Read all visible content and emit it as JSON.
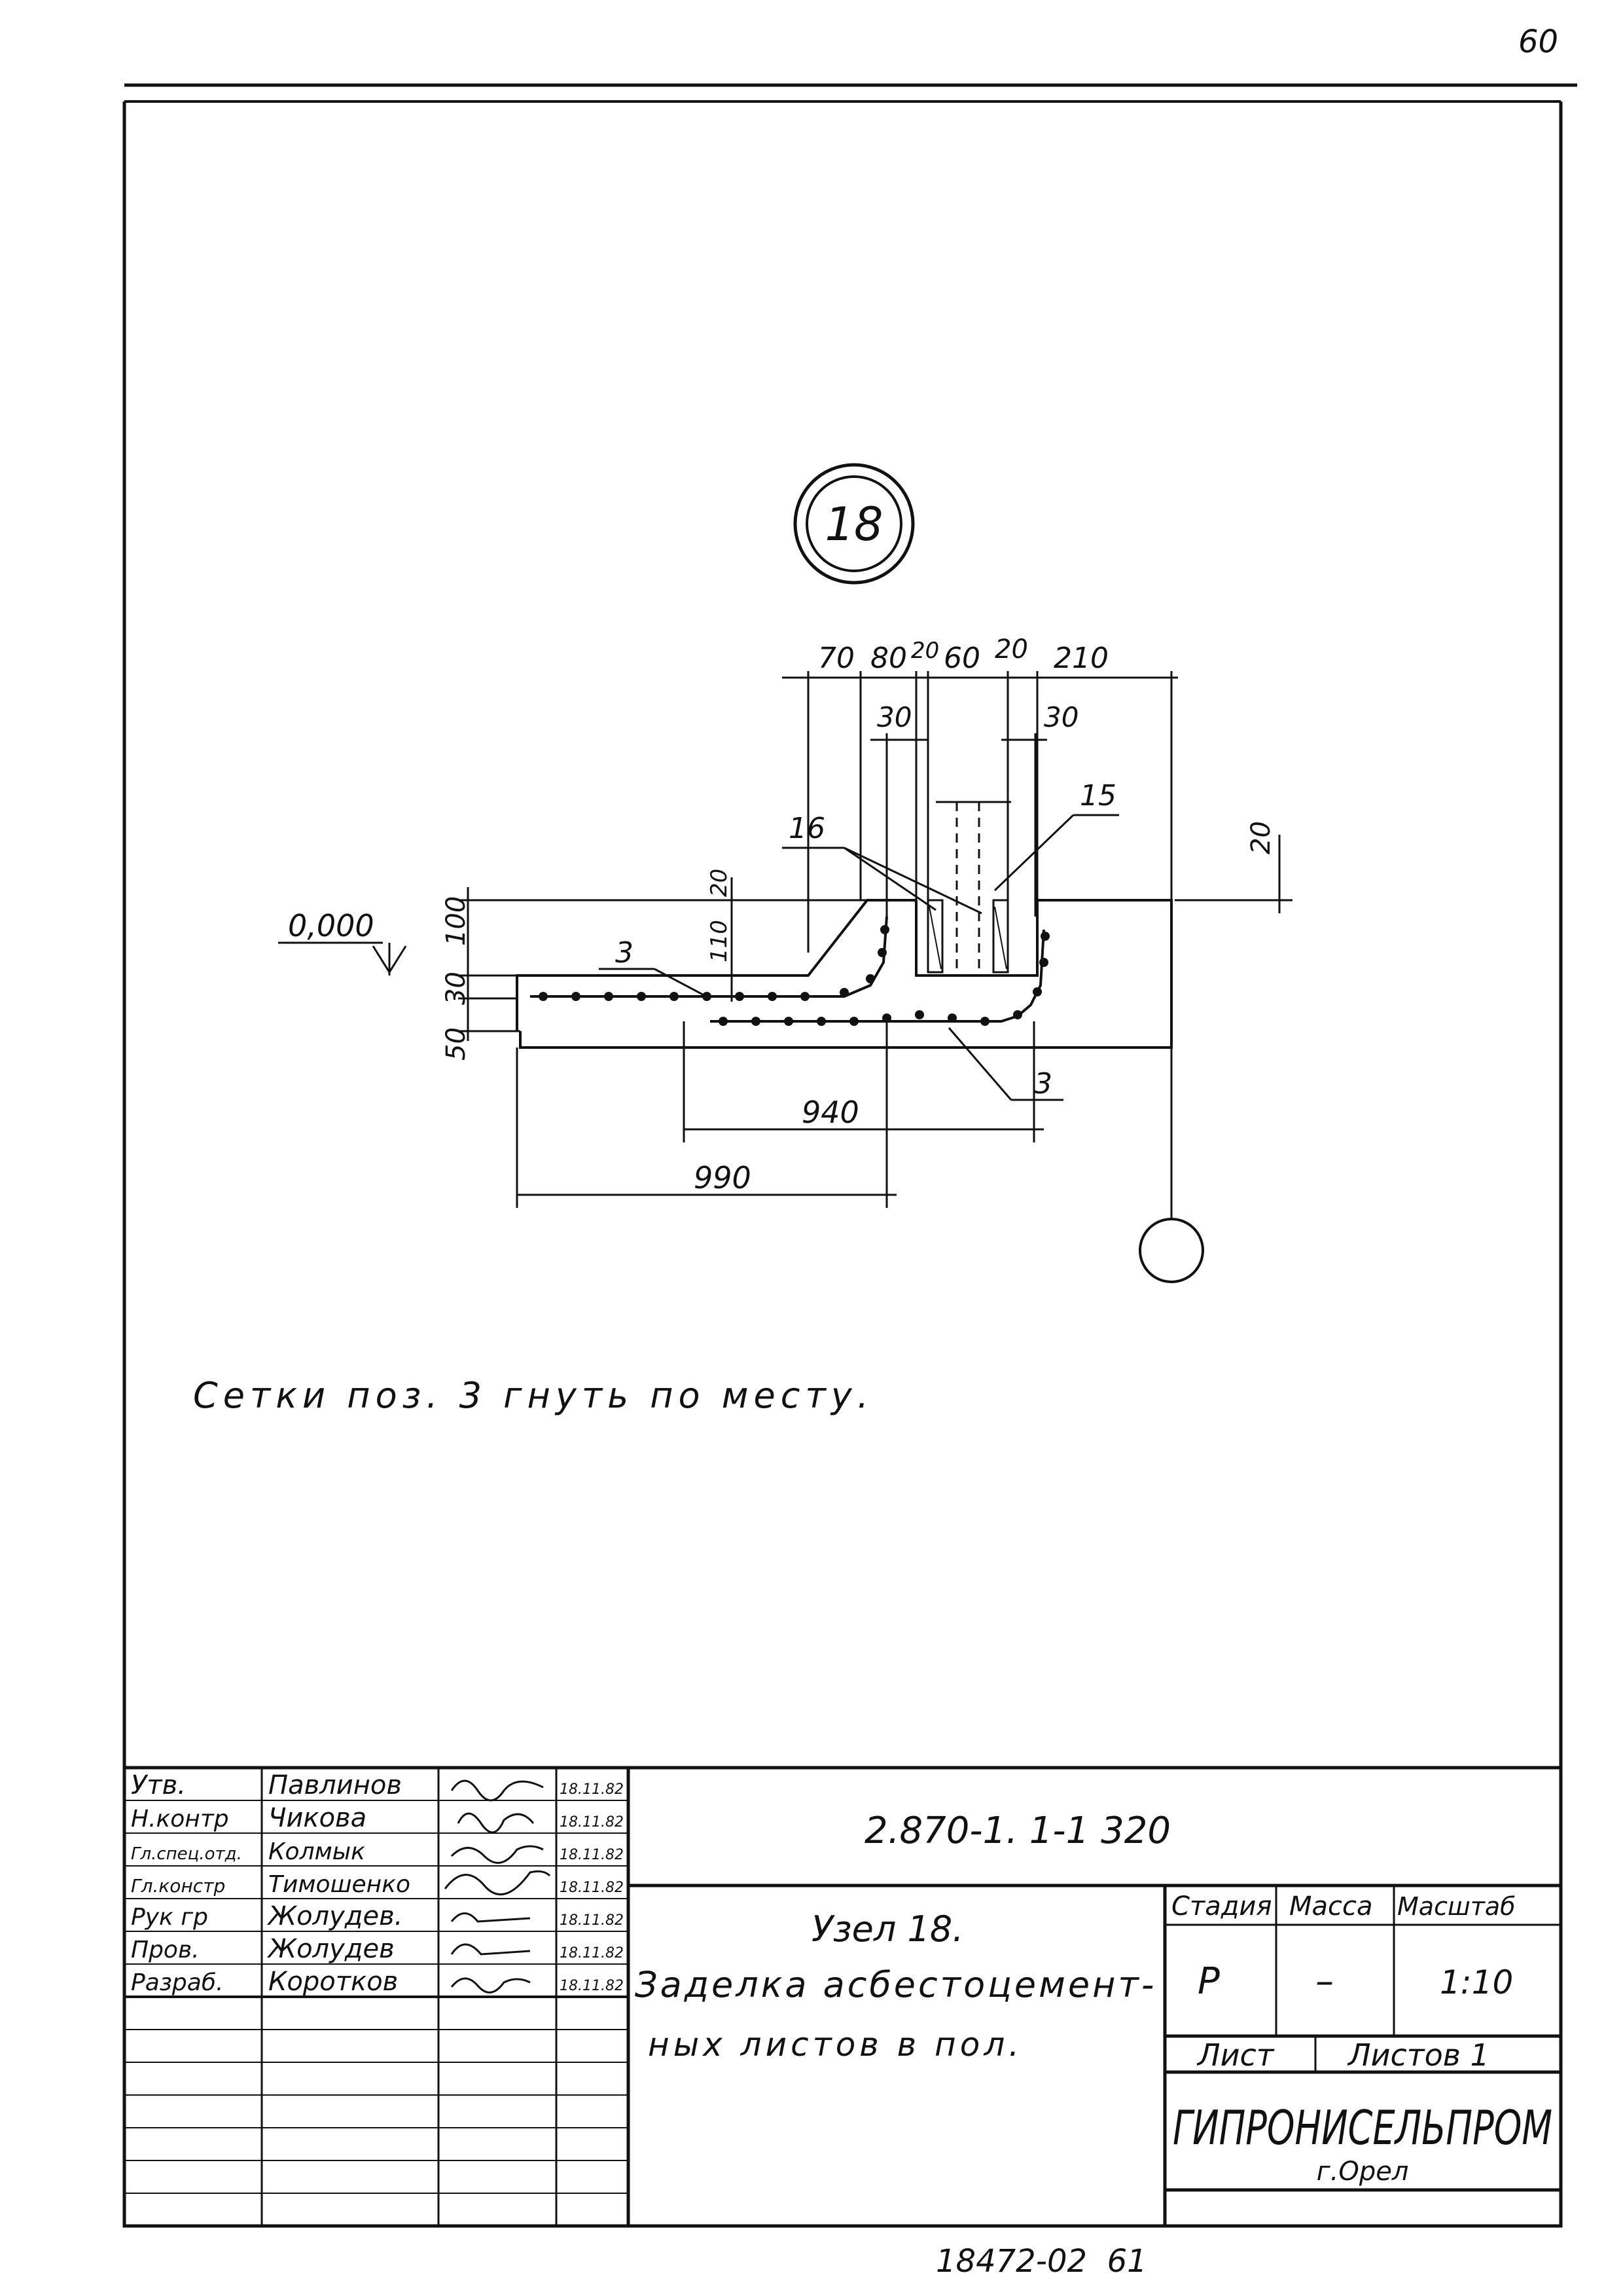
{
  "page_number": "60",
  "node_label": "18",
  "dimensions": {
    "top_chain": [
      "70",
      "80",
      "20",
      "60",
      "20",
      "210"
    ],
    "inner_30_left": "30",
    "inner_30_right": "30",
    "right_20": "20",
    "left_100": "100",
    "left_30": "30",
    "left_50": "50",
    "inner_20": "20",
    "inner_110": "110",
    "bottom_940": "940",
    "bottom_990": "990"
  },
  "level_mark": "0,000",
  "leaders": {
    "pos16": "16",
    "pos15": "15",
    "pos3_upper": "3",
    "pos3_lower": "3"
  },
  "note": "Сетки поз. 3 гнуть по месту.",
  "title_block": {
    "code": "2.870-1. 1-1 320",
    "signatures": [
      {
        "role": "Утв.",
        "name": "Павлинов",
        "date": "18.11.82"
      },
      {
        "role": "Н.контр",
        "name": "Чикова",
        "date": "18.11.82"
      },
      {
        "role": "Гл.спец.отд.",
        "name": "Колмык",
        "date": "18.11.82"
      },
      {
        "role": "Гл.констр",
        "name": "Тимошенко",
        "date": "18.11.82"
      },
      {
        "role": "Рук гр",
        "name": "Жолудев.",
        "date": "18.11.82"
      },
      {
        "role": "Пров.",
        "name": "Жолудев",
        "date": "18.11.82"
      },
      {
        "role": "Разраб.",
        "name": "Коротков",
        "date": "18.11.82"
      }
    ],
    "title_lines": [
      "Узел 18.",
      "Заделка асбестоцемент-",
      "ных листов в пол."
    ],
    "stage_header": "Стадия",
    "mass_header": "Масса",
    "scale_header": "Масштаб",
    "stage": "Р",
    "mass": "–",
    "scale": "1:10",
    "sheet_label": "Лист",
    "sheets_label": "Листов 1",
    "org": "ГИПРОНИСЕЛЬПРОМ",
    "city": "г.Орел"
  },
  "footer": "18472-02  61"
}
